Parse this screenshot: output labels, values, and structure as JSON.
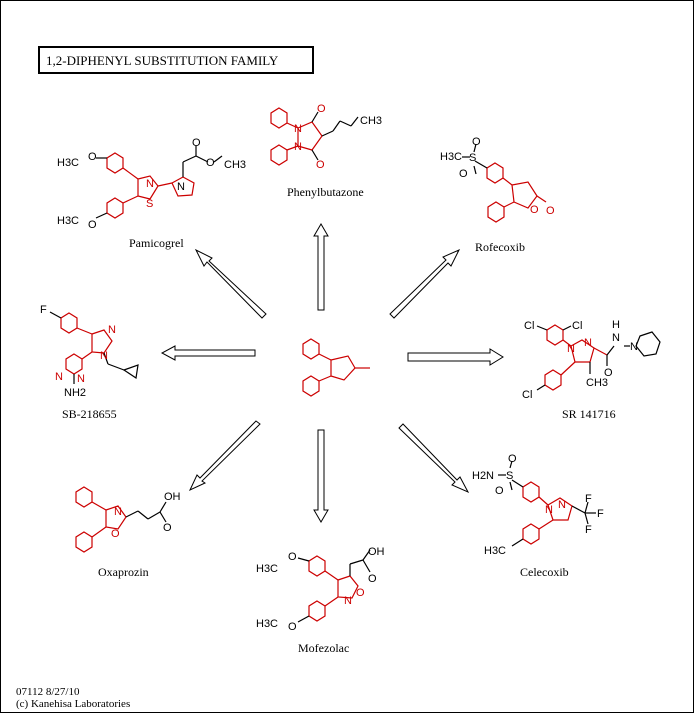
{
  "title": "1,2-DIPHENYL SUBSTITUTION FAMILY",
  "compounds": {
    "phenylbutazone": "Phenylbutazone",
    "rofecoxib": "Rofecoxib",
    "pamicogrel": "Pamicogrel",
    "sr141716": "SR 141716",
    "sb218655": "SB-218655",
    "oxaprozin": "Oxaprozin",
    "celecoxib": "Celecoxib",
    "mofezolac": "Mofezolac"
  },
  "atoms": {
    "ch3": "CH3",
    "h3c": "H3C",
    "o": "O",
    "n": "N",
    "s": "S",
    "oh": "OH",
    "f": "F",
    "cl": "Cl",
    "nh2": "NH2",
    "h2n": "H2N",
    "h": "H"
  },
  "footer": {
    "code": "07112 8/27/10",
    "copyright": "(c) Kanehisa Laboratories"
  },
  "colors": {
    "highlight": "#cc0000",
    "ink": "#000000"
  }
}
